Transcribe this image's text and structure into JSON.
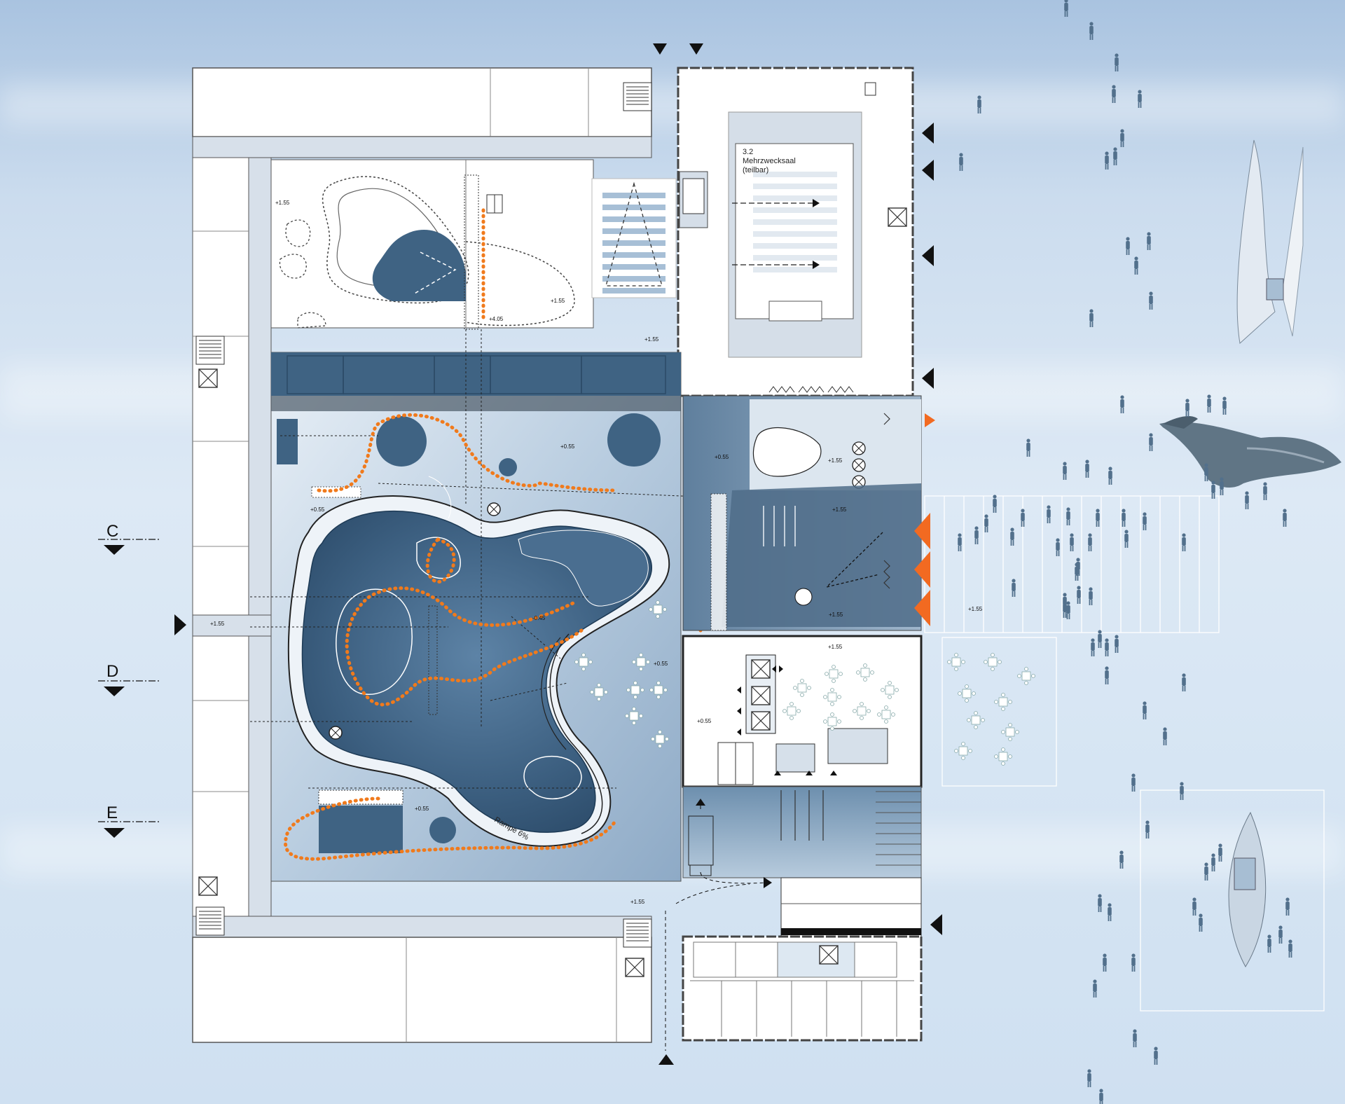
{
  "room_labels": {
    "multipurpose_number": "3.2",
    "multipurpose_name": "Mehrzwecksaal",
    "multipurpose_note": "(teilbar)",
    "ramp": "Rampe 6%"
  },
  "section_markers": [
    "C",
    "D",
    "E"
  ],
  "levels": {
    "l1": "+1.55",
    "l2": "+1.55",
    "l3": "+4.05",
    "l4": "+1.55",
    "l5": "+0.55",
    "l6": "+0.55",
    "l7": "+0.55",
    "l8": "+1.55",
    "l9": "+1.55",
    "l10": "-0.45",
    "l11": "+1.55",
    "l12": "+0.55",
    "l13": "+1.55",
    "l14": "+1.55",
    "l15": "+0.55",
    "l16": "+0.55",
    "l17": "+1.55",
    "l18": "+1.55"
  },
  "colors": {
    "pool_dark": "#3f6383",
    "pool_mid": "#6d8fae",
    "floor_light": "#dde8f2",
    "path_orange": "#f07a1c",
    "wall": "#333333",
    "entrance_orange": "#f26a21"
  }
}
